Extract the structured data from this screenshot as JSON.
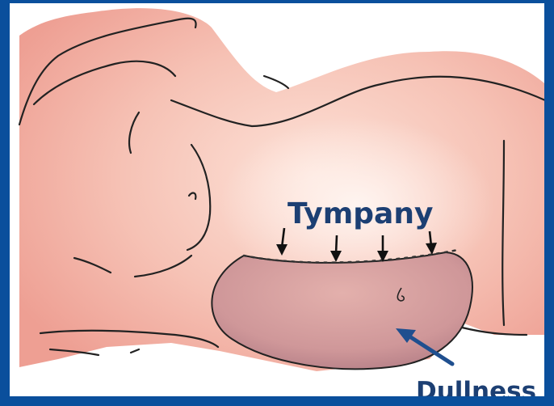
{
  "labels": {
    "tympany": "Tympany",
    "dullness": "Dullness"
  },
  "colors": {
    "frame": "#0a4f9c",
    "skin": "#f3b7ac",
    "dull_region": "#c98d8d",
    "label_text": "#1c3f73",
    "arrow": "#1f4f8f"
  },
  "annotations": {
    "tympany_arrow_count": 4
  }
}
